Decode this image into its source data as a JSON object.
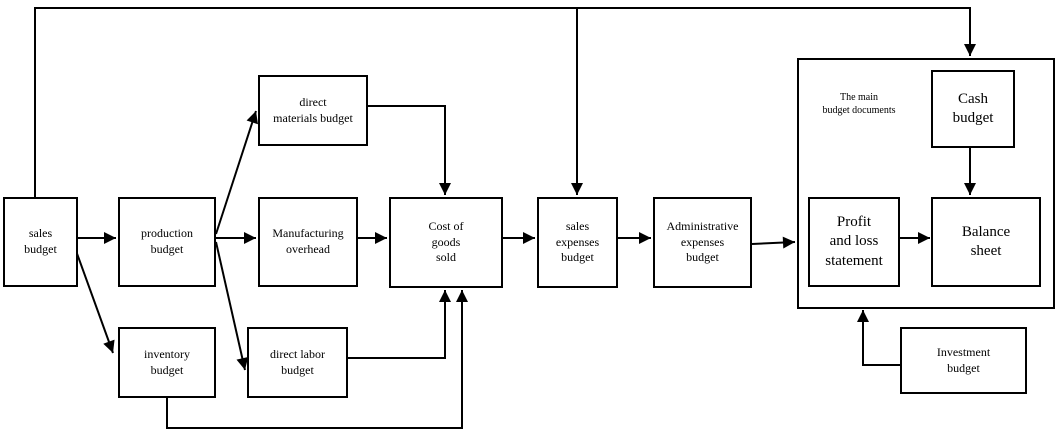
{
  "title": "",
  "container": {
    "caption": "The main\nbudget  documents"
  },
  "blocks": {
    "sales": "sales\nbudget",
    "production": "production\nbudget",
    "direct_materials": "direct\nmaterials  budget",
    "manufacturing_overhead": "Manufacturing\noverhead",
    "direct_labor": "direct labor\nbudget",
    "inventory": "inventory\nbudget",
    "cost_of_goods_sold": "Cost of\ngoods\nsold",
    "sales_expenses": "sales\nexpenses\nbudget",
    "administrative_expenses": "Administrative\nexpenses\nbudget",
    "cash": "Cash\nbudget",
    "profit_loss": "Profit\nand loss\nstatement",
    "balance_sheet": "Balance\nsheet",
    "investment": "Investment\nbudget"
  }
}
